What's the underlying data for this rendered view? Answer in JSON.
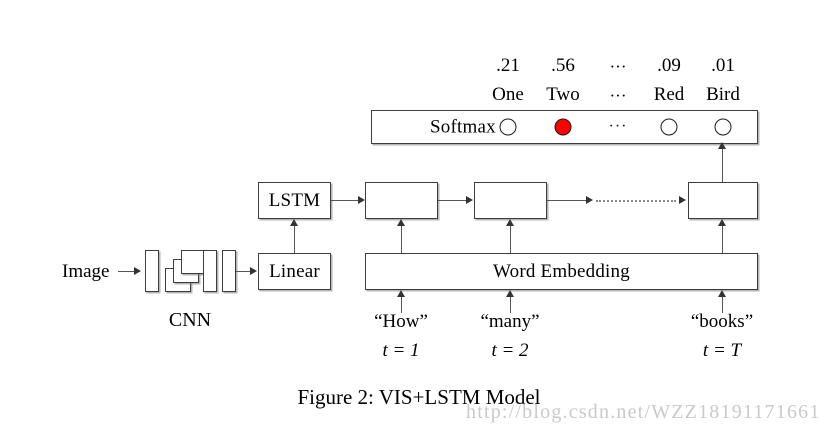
{
  "figure": {
    "caption": "Figure 2:  VIS+LSTM Model",
    "watermark": "http://blog.csdn.net/WZZ18191171661"
  },
  "pipeline": {
    "image_label": "Image",
    "cnn_label": "CNN",
    "linear_label": "Linear",
    "lstm_label": "LSTM",
    "word_embedding_label": "Word Embedding",
    "softmax_label": "Softmax"
  },
  "softmax_outputs": {
    "probabilities": [
      ".21",
      ".56",
      "···",
      ".09",
      ".01"
    ],
    "words": [
      "One",
      "Two",
      "···",
      "Red",
      "Bird"
    ],
    "ellipsis": "···",
    "selected_index": 1,
    "selected_color": "#ff0000",
    "unselected_color": "#ffffff"
  },
  "timesteps": [
    {
      "word": "“How”",
      "time": "t = 1"
    },
    {
      "word": "“many”",
      "time": "t = 2"
    },
    {
      "word": "“books”",
      "time": "t = T"
    }
  ],
  "colors": {
    "box_border": "#3d3d3d",
    "line": "#555555",
    "background": "#ffffff",
    "watermark": "#c9c9cf"
  }
}
